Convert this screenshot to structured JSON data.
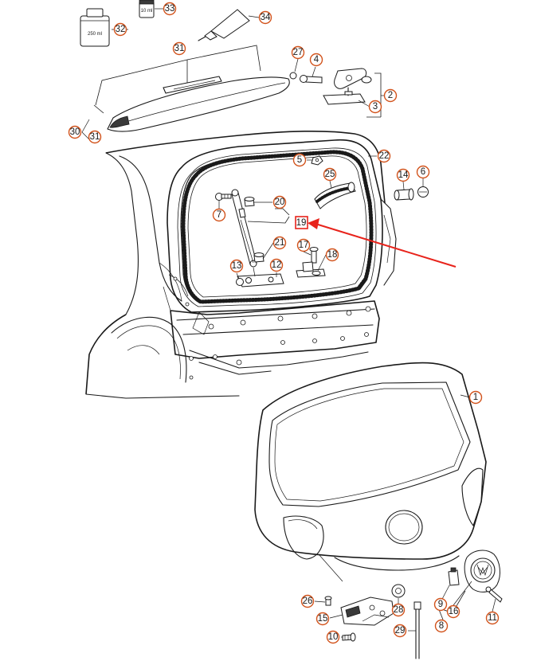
{
  "colors": {
    "line": "#1a1a1a",
    "callout_ring": "#d2531c",
    "highlight": "#e8231b",
    "background": "#ffffff"
  },
  "product_labels": {
    "bottle_volume": "250 ml",
    "jar_volume": "10 ml"
  },
  "callouts": [
    {
      "id": "c1",
      "number": "1"
    },
    {
      "id": "c2",
      "number": "2"
    },
    {
      "id": "c3a",
      "number": "3"
    },
    {
      "id": "c3b",
      "number": "3"
    },
    {
      "id": "c4",
      "number": "4"
    },
    {
      "id": "c5",
      "number": "5"
    },
    {
      "id": "c6",
      "number": "6"
    },
    {
      "id": "c7",
      "number": "7"
    },
    {
      "id": "c8",
      "number": "8"
    },
    {
      "id": "c9",
      "number": "9"
    },
    {
      "id": "c10",
      "number": "10"
    },
    {
      "id": "c11",
      "number": "11"
    },
    {
      "id": "c12",
      "number": "12"
    },
    {
      "id": "c13",
      "number": "13"
    },
    {
      "id": "c14",
      "number": "14"
    },
    {
      "id": "c15",
      "number": "15"
    },
    {
      "id": "c16",
      "number": "16"
    },
    {
      "id": "c17",
      "number": "17"
    },
    {
      "id": "c18",
      "number": "18"
    },
    {
      "id": "c19",
      "number": "19"
    },
    {
      "id": "c20",
      "number": "20"
    },
    {
      "id": "c21",
      "number": "21"
    },
    {
      "id": "c22",
      "number": "22"
    },
    {
      "id": "c25",
      "number": "25"
    },
    {
      "id": "c26",
      "number": "26"
    },
    {
      "id": "c27",
      "number": "27"
    },
    {
      "id": "c28",
      "number": "28"
    },
    {
      "id": "c29",
      "number": "29"
    },
    {
      "id": "c30",
      "number": "30"
    },
    {
      "id": "c31a",
      "number": "31"
    },
    {
      "id": "c31b",
      "number": "31"
    },
    {
      "id": "c32",
      "number": "32"
    },
    {
      "id": "c33",
      "number": "33"
    },
    {
      "id": "c34",
      "number": "34"
    }
  ],
  "highlighted_part": "19"
}
